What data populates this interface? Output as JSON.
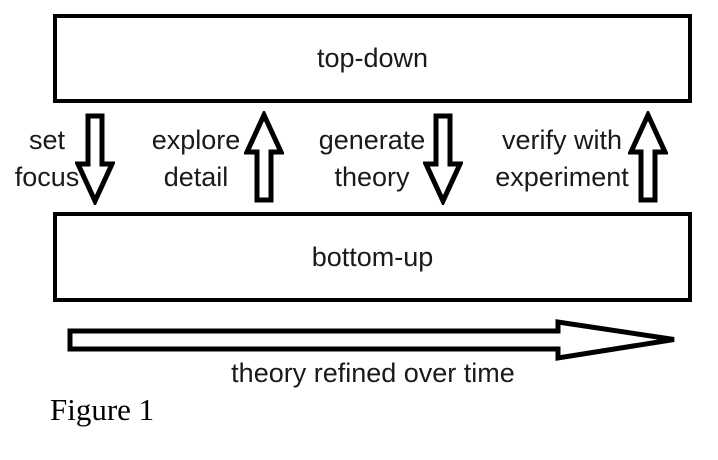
{
  "figure": {
    "top_box_label": "top-down",
    "bottom_box_label": "bottom-up",
    "flows": [
      {
        "line1": "set",
        "line2": "focus",
        "direction": "down"
      },
      {
        "line1": "explore",
        "line2": "detail",
        "direction": "up"
      },
      {
        "line1": "generate",
        "line2": "theory",
        "direction": "down"
      },
      {
        "line1": "verify with",
        "line2": "experiment",
        "direction": "up"
      }
    ],
    "timeline_label": "theory refined over time",
    "caption": "Figure 1",
    "colors": {
      "stroke": "#000000",
      "text": "#1a1a1a",
      "background": "#ffffff"
    }
  }
}
